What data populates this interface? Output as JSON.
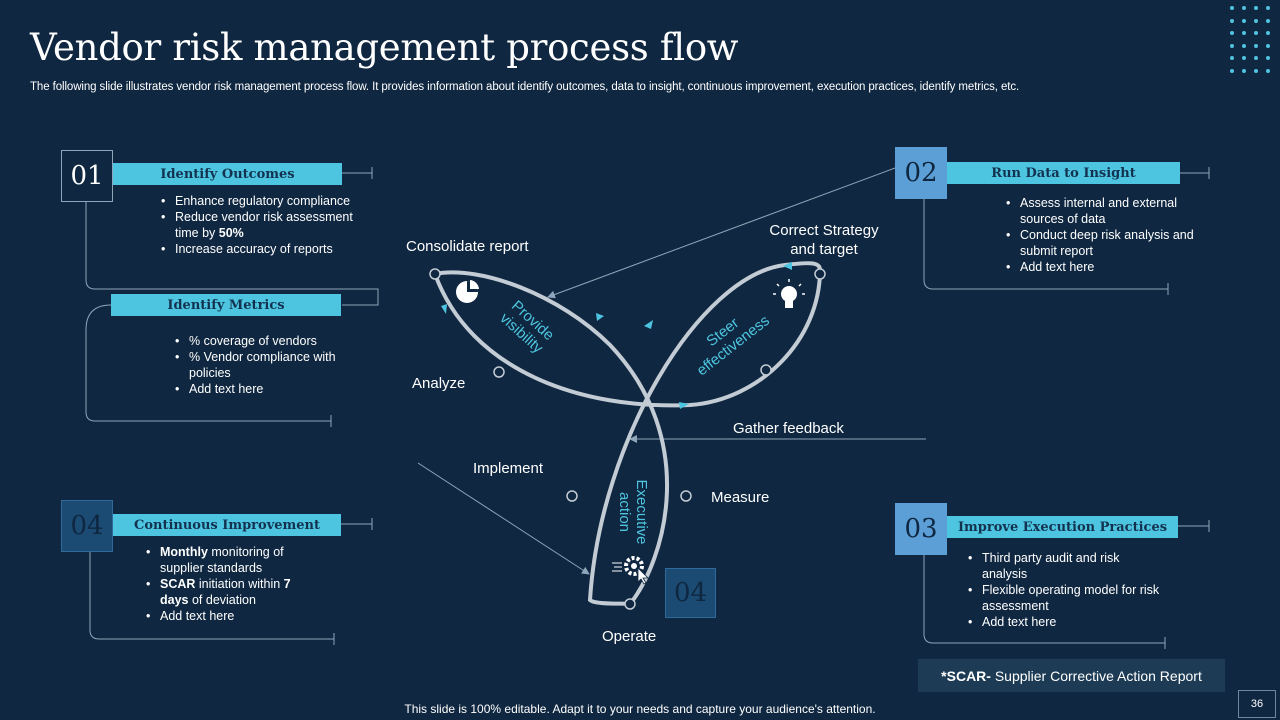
{
  "title": "Vendor risk management process flow",
  "subtitle": "The following slide illustrates vendor risk management process flow. It provides information about identify outcomes, data to insight, continuous improvement, execution practices, identify metrics, etc.",
  "sections": {
    "identify_outcomes": {
      "number": "01",
      "heading": "Identify Outcomes",
      "bullets": [
        "Enhance regulatory compliance",
        "Reduce vendor risk assessment time by 50%",
        "Increase accuracy of reports"
      ]
    },
    "identify_metrics": {
      "heading": "Identify Metrics",
      "bullets": [
        "% coverage of vendors",
        "% Vendor compliance with policies",
        "Add text here"
      ]
    },
    "continuous_improvement": {
      "number": "04",
      "heading": "Continuous Improvement",
      "bullets": [
        "Monthly monitoring of supplier standards",
        "SCAR initiation within 7 days of deviation",
        "Add text here"
      ]
    },
    "run_data_to_insight": {
      "number": "02",
      "heading": "Run Data to Insight",
      "bullets": [
        "Assess internal and external sources of data",
        "Conduct deep risk analysis and submit report",
        "Add text here"
      ]
    },
    "improve_execution_practices": {
      "number": "03",
      "heading": "Improve Execution Practices",
      "bullets": [
        "Third party audit and risk analysis",
        "Flexible operating model for risk assessment",
        "Add text here"
      ]
    }
  },
  "diagram": {
    "consolidate_report": "Consolidate report",
    "correct_strategy": "Correct Strategy and target",
    "analyze": "Analyze",
    "gather_feedback": "Gather feedback",
    "implement": "Implement",
    "measure": "Measure",
    "operate": "Operate",
    "provide_visibility": "Provide visibility",
    "steer_effectiveness": "Steer effectiveness",
    "executive_action": "Executive action",
    "center_number": "04"
  },
  "scar_note": {
    "prefix": "*SCAR-",
    "text": " Supplier Corrective Action Report"
  },
  "footer": "This slide is 100% editable. Adapt it to your needs and capture your audience's attention.",
  "page_number": "36",
  "colors": {
    "background": "#0f2740",
    "accent": "#4ec5e0",
    "number_box": "#5b9fd6"
  },
  "icons": [
    "pie-chart-icon",
    "lightbulb-icon",
    "gear-cursor-icon"
  ]
}
